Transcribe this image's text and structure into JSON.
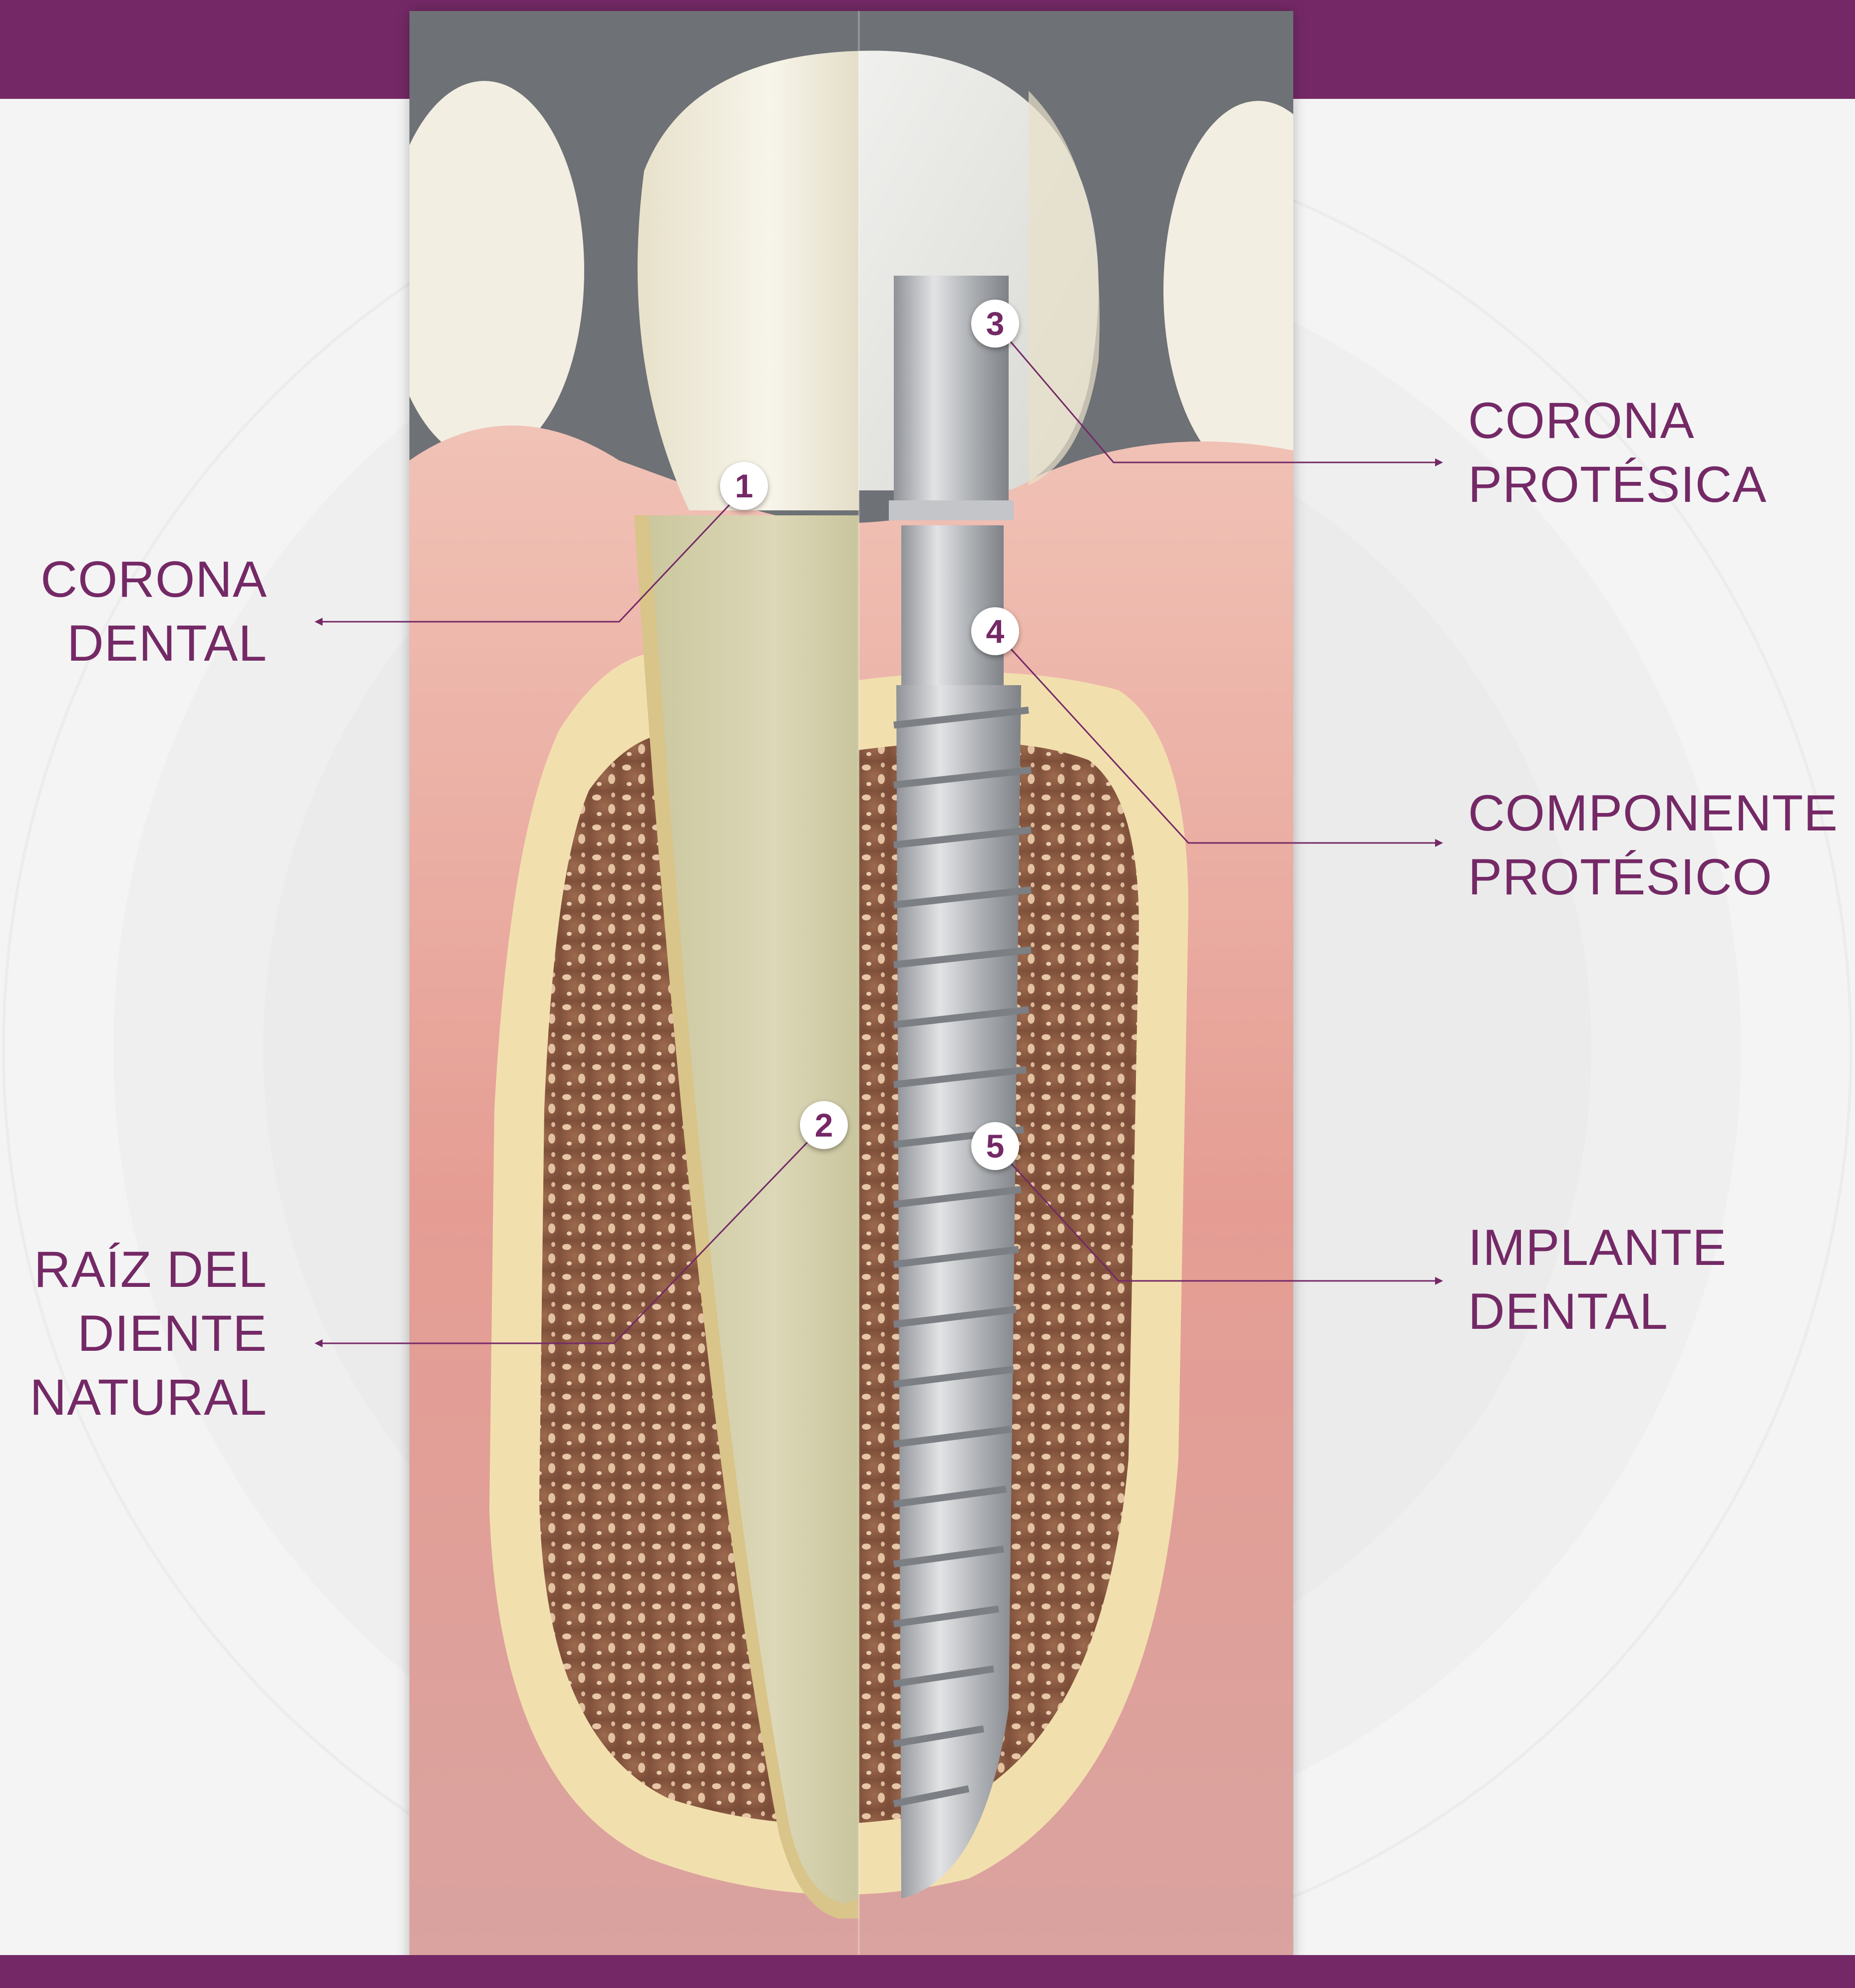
{
  "colors": {
    "brand": "#742966",
    "background": "#f4f4f4",
    "gum": "#e7a39a",
    "bone": "#f2dfae",
    "spongy_bone": "#8a5a43",
    "tooth": "#ece5d2",
    "implant": "#b9bcc0"
  },
  "labels": {
    "corona_dental": [
      "CORONA",
      "DENTAL"
    ],
    "raiz_diente": [
      "RAÍZ DEL",
      "DIENTE",
      "NATURAL"
    ],
    "corona_protesica": [
      "CORONA",
      "PROTÉSICA"
    ],
    "componente_protesico": [
      "COMPONENTE",
      "PROTÉSICO"
    ],
    "implante_dental": [
      "IMPLANTE",
      "DENTAL"
    ]
  },
  "markers": [
    "1",
    "2",
    "3",
    "4",
    "5"
  ]
}
